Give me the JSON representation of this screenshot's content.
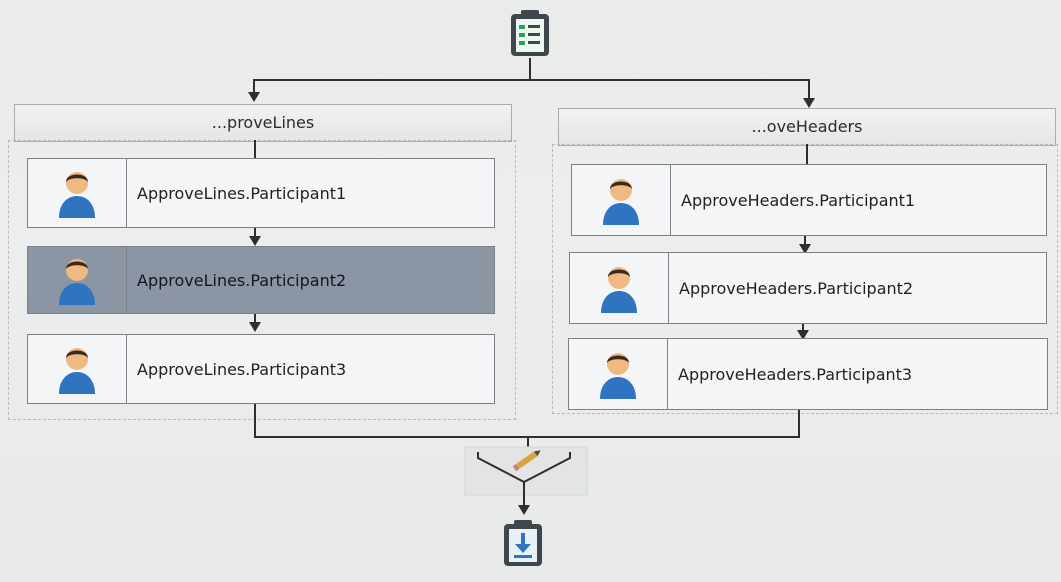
{
  "stages": [
    {
      "title": "...proveLines",
      "participants": [
        {
          "label": "ApproveLines.Participant1",
          "icon": "user-icon",
          "selected": false
        },
        {
          "label": "ApproveLines.Participant2",
          "icon": "user-icon",
          "selected": true
        },
        {
          "label": "ApproveLines.Participant3",
          "icon": "user-icon",
          "selected": false
        }
      ]
    },
    {
      "title": "...oveHeaders",
      "participants": [
        {
          "label": "ApproveHeaders.Participant1",
          "icon": "user-icon",
          "selected": false
        },
        {
          "label": "ApproveHeaders.Participant2",
          "icon": "user-icon",
          "selected": false
        },
        {
          "label": "ApproveHeaders.Participant3",
          "icon": "user-icon",
          "selected": false
        }
      ]
    }
  ],
  "start_node": {
    "icon": "task-list-icon"
  },
  "merge_node": {
    "icon": "pencil-icon"
  },
  "end_node": {
    "icon": "download-arrow-icon"
  },
  "colors": {
    "selected_row": "#8b95a3",
    "accent_blue": "#2f74c0",
    "wire": "#2c2e30"
  }
}
